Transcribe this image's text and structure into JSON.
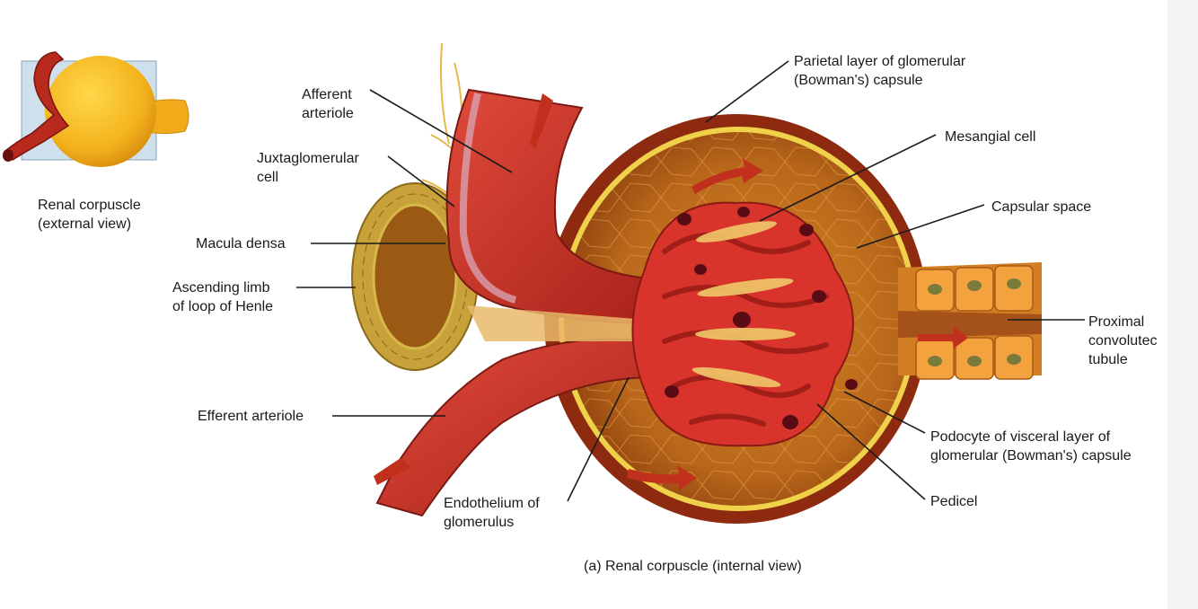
{
  "figure": {
    "caption": "(a) Renal corpuscle (internal view)",
    "colors": {
      "capsule_wall": "#8e2a10",
      "capsule_interior": "#c97a1e",
      "vessel_red": "#c8312a",
      "vessel_dark": "#7a1a14",
      "tubule_yellow": "#c9a13a",
      "glomerulus_red": "#d8342b",
      "nerve_yellow": "#e8b84a"
    }
  },
  "inset": {
    "label": "Renal corpuscle\n(external view)"
  },
  "labels": {
    "afferent_arteriole": "Afferent\narteriole",
    "juxtaglomerular_cell": "Juxtaglomerular\ncell",
    "macula_densa": "Macula densa",
    "ascending_limb": "Ascending limb\nof loop of Henle",
    "efferent_arteriole": "Efferent arteriole",
    "endothelium": "Endothelium of\nglomerulus",
    "parietal_layer": "Parietal layer of glomerular\n(Bowman's) capsule",
    "mesangial_cell": "Mesangial cell",
    "capsular_space": "Capsular space",
    "proximal_tubule": "Proximal\nconvolutec\ntubule",
    "podocyte": "Podocyte of visceral layer of\nglomerular (Bowman's) capsule",
    "pedicel": "Pedicel"
  }
}
